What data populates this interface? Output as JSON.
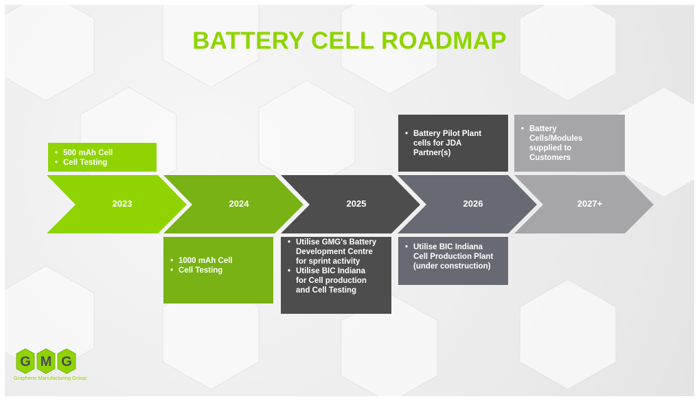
{
  "title": "BATTERY CELL ROADMAP",
  "colors": {
    "green_bright": "#8fd400",
    "green_dark": "#78b215",
    "dark_gray": "#4d4d4d",
    "slate": "#676a72",
    "light_gray": "#a6a6a8"
  },
  "timeline": [
    {
      "year": "2023",
      "top": [
        "500 mAh Cell",
        "Cell Testing"
      ],
      "bottom": []
    },
    {
      "year": "2024",
      "top": [],
      "bottom": [
        "1000 mAh  Cell",
        "Cell Testing"
      ]
    },
    {
      "year": "2025",
      "top": [],
      "bottom": [
        "Utilise  GMG’s Battery Development Centre for sprint activity",
        "Utilise  BIC Indiana for Cell production and Cell Testing"
      ]
    },
    {
      "year": "2026",
      "top": [
        "Battery Pilot Plant cells for JDA Partner(s)"
      ],
      "bottom": [
        "Utilise  BIC Indiana Cell Production Plant (under construction)"
      ]
    },
    {
      "year": "2027+",
      "top": [
        "Battery Cells/Modules supplied to Customers"
      ],
      "bottom": []
    }
  ],
  "logo": {
    "letters": "GMG",
    "tagline": "Graphene Manufacturing Group"
  }
}
